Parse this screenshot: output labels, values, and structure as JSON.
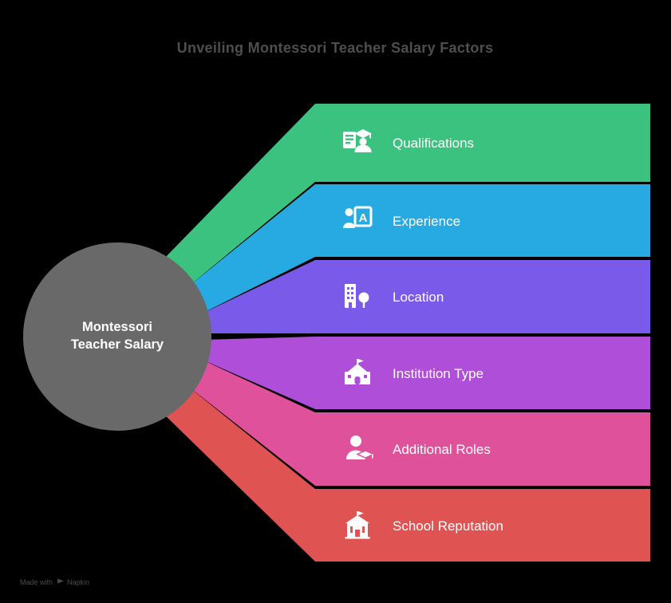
{
  "title": "Unveiling Montessori Teacher Salary Factors",
  "title_color": "#4E4E4E",
  "label_color": "#FFFFFF",
  "background_color": "#000000",
  "center": {
    "line1": "Montessori",
    "line2": "Teacher Salary",
    "color": "#696969"
  },
  "factors": [
    {
      "label": "Qualifications",
      "color": "#3CC27F",
      "icon": "graduate-with-document-icon"
    },
    {
      "label": "Experience",
      "color": "#27A9E1",
      "icon": "person-with-letter-frame-icon",
      "icon_letter": "A"
    },
    {
      "label": "Location",
      "color": "#7A5AE8",
      "icon": "building-and-tree-icon"
    },
    {
      "label": "Institution Type",
      "color": "#AE4ED9",
      "icon": "schoolhouse-icon"
    },
    {
      "label": "Additional Roles",
      "color": "#E0519C",
      "icon": "graduate-person-icon"
    },
    {
      "label": "School Reputation",
      "color": "#E05353",
      "icon": "school-with-flag-icon"
    }
  ],
  "watermark": {
    "prefix": "Made with",
    "brand": "Napkin",
    "color": "#4A4A4A"
  }
}
